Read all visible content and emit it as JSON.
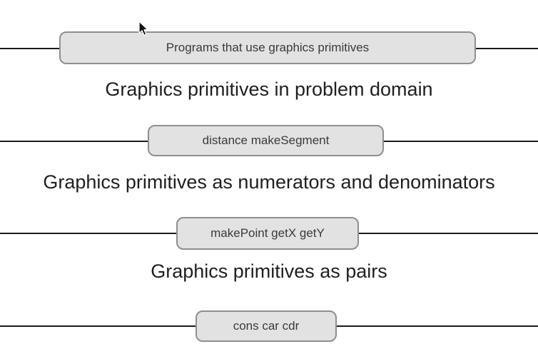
{
  "diagram": {
    "layers": [
      {
        "box_label": "Programs that use graphics primitives",
        "caption_below": "Graphics primitives in problem domain"
      },
      {
        "box_label": "distance makeSegment",
        "caption_below": "Graphics primitives as numerators and denominators"
      },
      {
        "box_label": "makePoint getX getY",
        "caption_below": "Graphics primitives as pairs"
      },
      {
        "box_label": "cons car cdr"
      }
    ],
    "colors": {
      "background": "#ffffff",
      "box_fill": "#e2e2e2",
      "box_border": "#8f8f8f",
      "barrier_line": "#1b1b1b",
      "caption_text": "#1f1f1f",
      "box_text": "#3a3a3a"
    },
    "cursor_icon": "arrow-cursor"
  }
}
